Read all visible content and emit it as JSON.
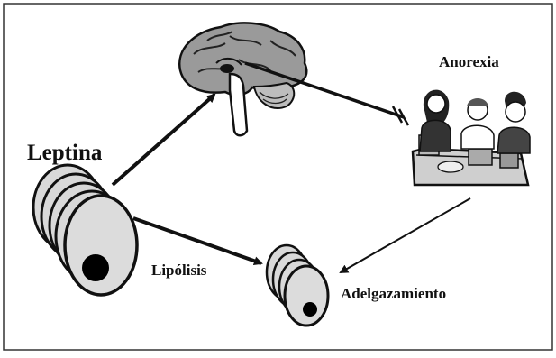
{
  "labels": {
    "leptina": "Leptina",
    "anorexia": "Anorexia",
    "lipolisis": "Lipólisis",
    "adelgazamiento": "Adelgazamiento"
  },
  "icons": {
    "fat_cells_large": "fat-cells-large-icon",
    "brain": "brain-icon",
    "people_eating": "people-at-table-icon",
    "fat_cells_small": "fat-cells-small-icon"
  },
  "colors": {
    "frame": "#333333",
    "cell_fill": "#d9d9d9",
    "cell_stroke": "#111111",
    "nucleus": "#000000",
    "arrow": "#111111",
    "brain_fill": "#9a9a9a",
    "scene_fill": "#cfcfcf"
  }
}
